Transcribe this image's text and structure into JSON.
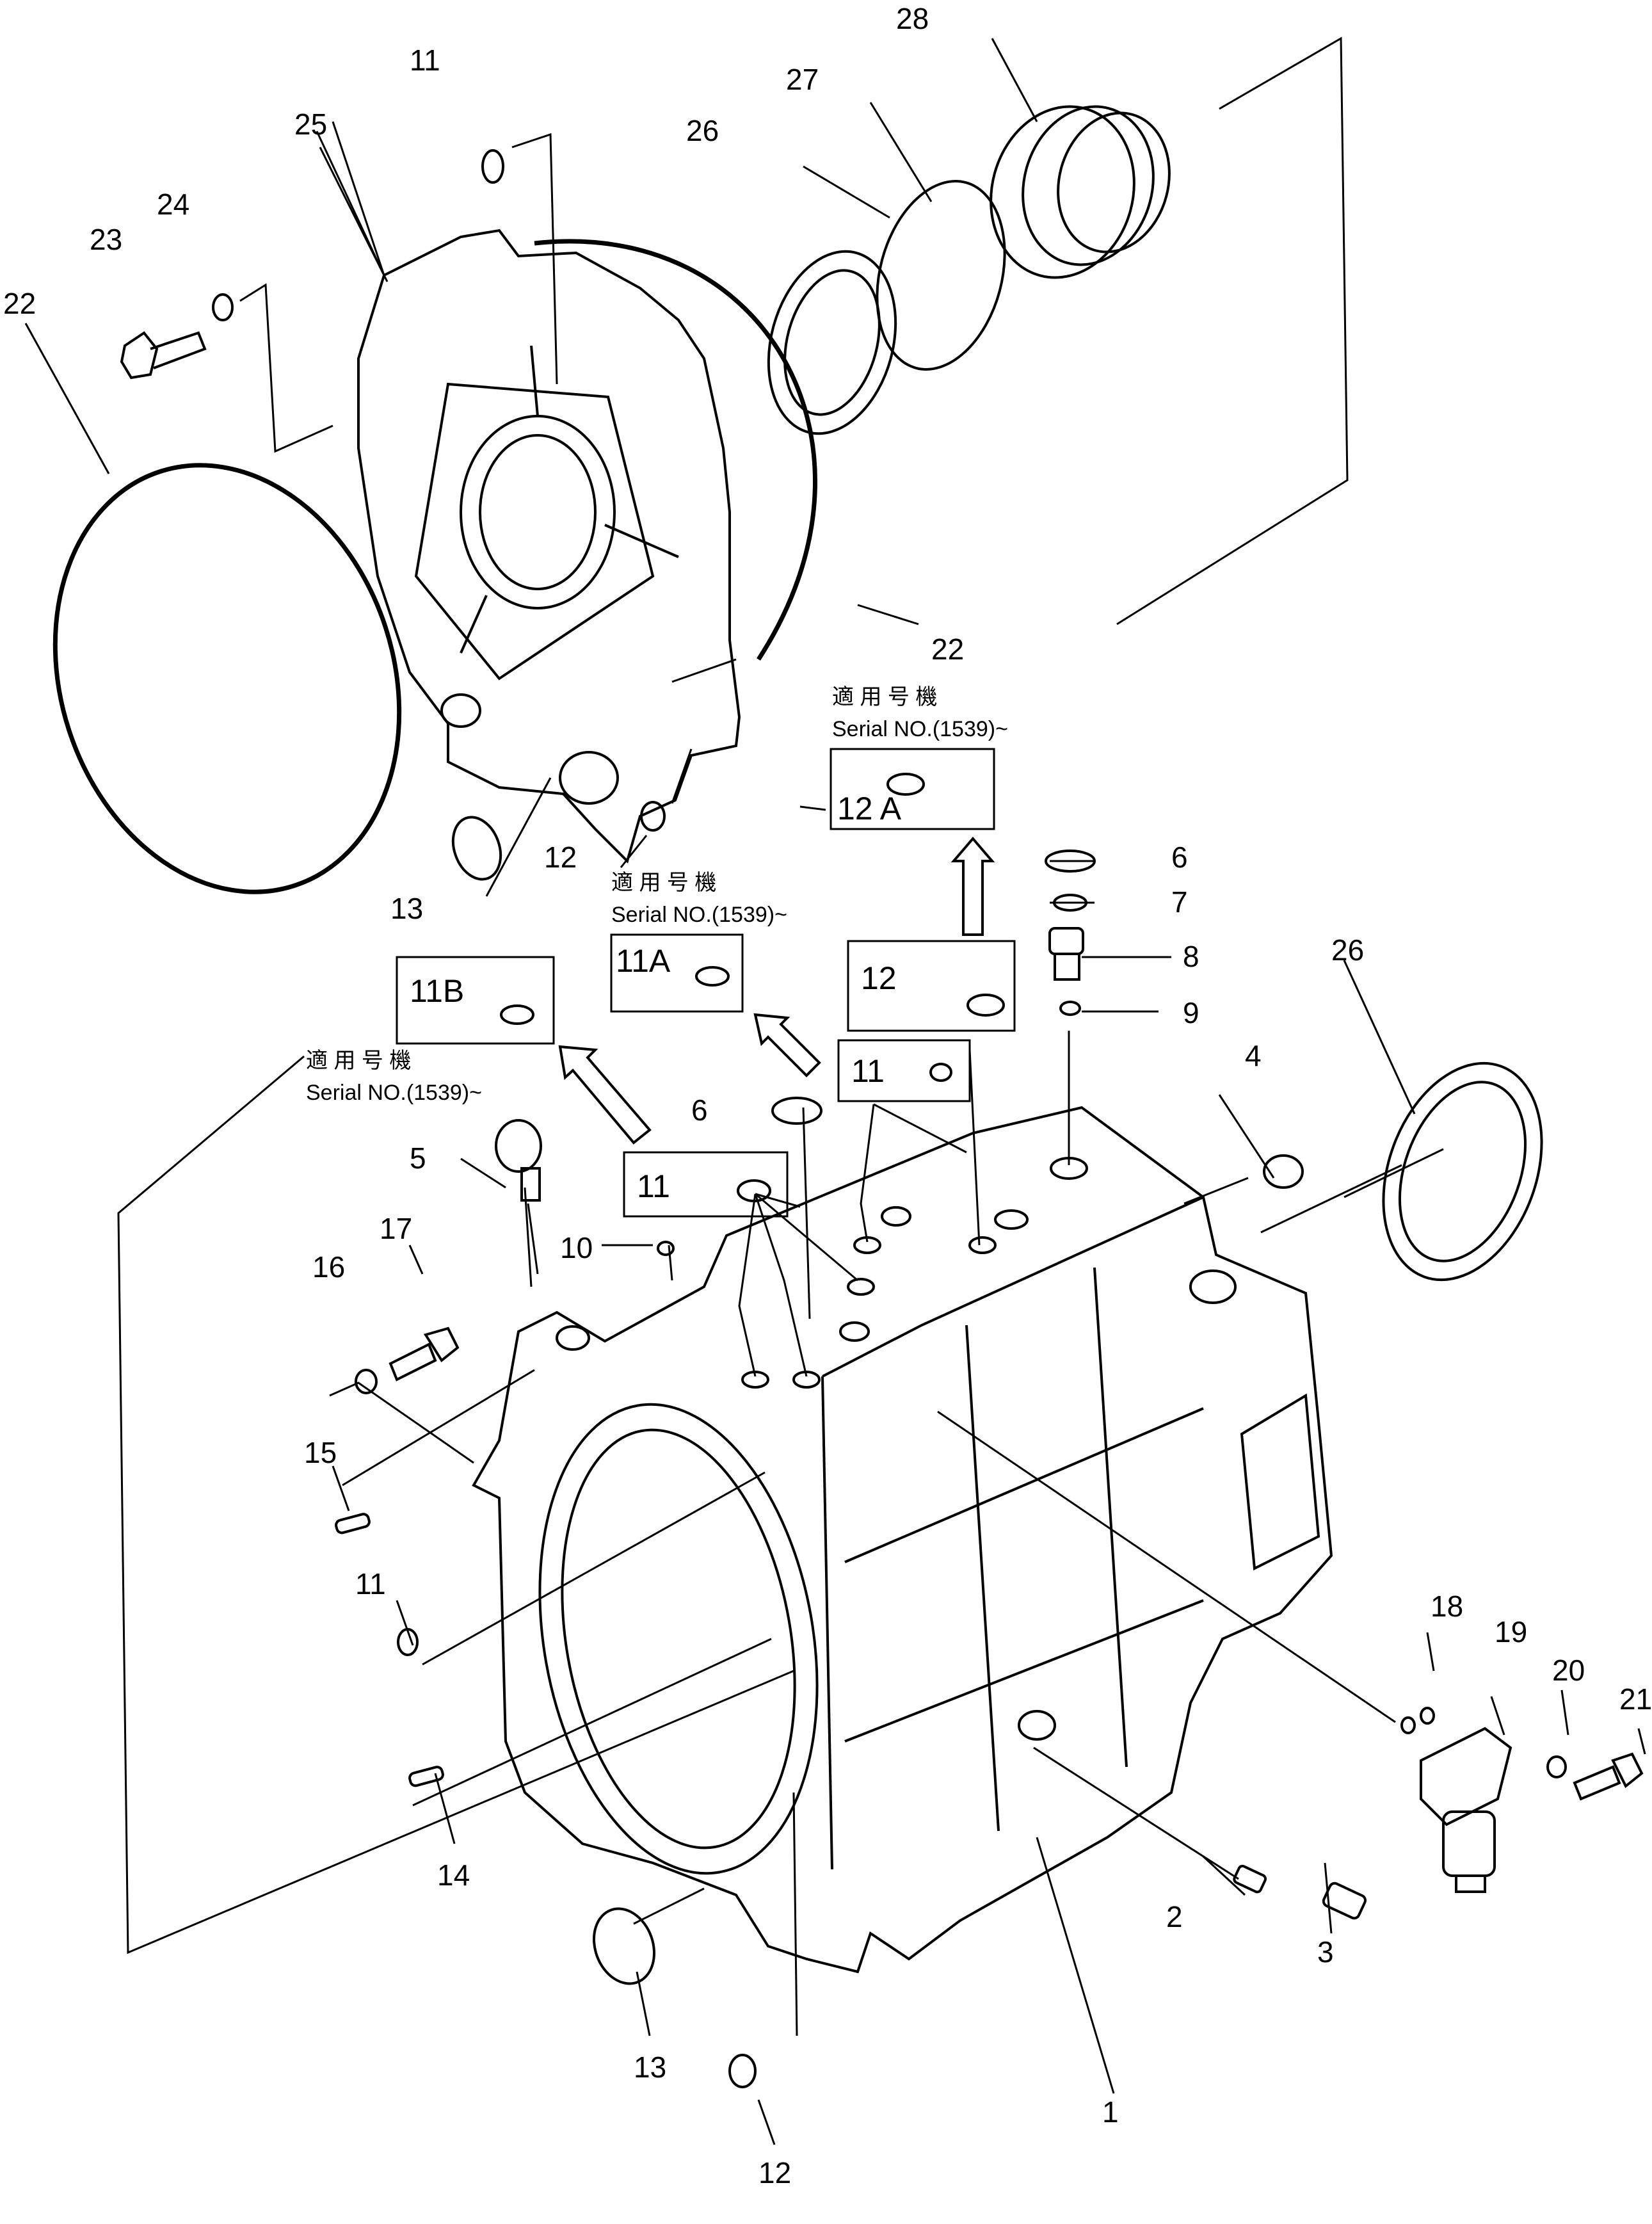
{
  "callouts": {
    "c1": "1",
    "c2": "2",
    "c3": "3",
    "c4": "4",
    "c5": "5",
    "c6a": "6",
    "c6b": "6",
    "c7": "7",
    "c8": "8",
    "c9": "9",
    "c10": "10",
    "c11a": "11",
    "c11b": "11",
    "c12a": "12",
    "c12b": "12",
    "c13a": "13",
    "c13b": "13",
    "c14": "14",
    "c15": "15",
    "c16": "16",
    "c17": "17",
    "c18": "18",
    "c19": "19",
    "c20": "20",
    "c21": "21",
    "c22a": "22",
    "c22b": "22",
    "c23": "23",
    "c24": "24",
    "c25": "25",
    "c26a": "26",
    "c26b": "26",
    "c27": "27",
    "c28": "28"
  },
  "boxes": {
    "b12a": "12 A",
    "b11a": "11A",
    "b11b": "11B",
    "b12": "12",
    "b11_1": "11",
    "b11_2": "11"
  },
  "notes": {
    "serial_jp": "適 用 号 機",
    "serial_no": "Serial NO.(1539)~"
  }
}
